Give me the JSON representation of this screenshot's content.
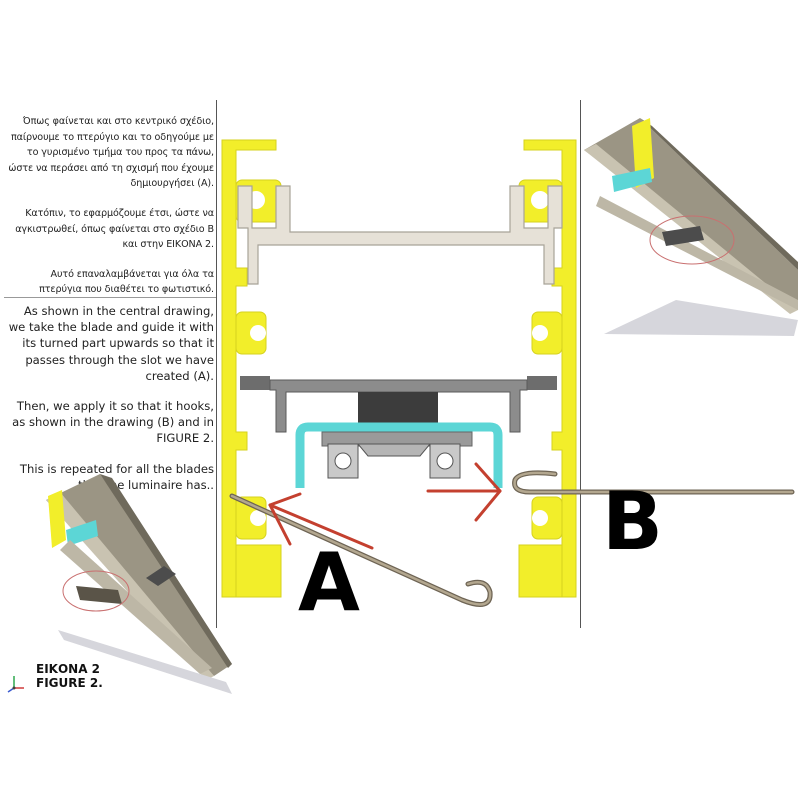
{
  "instructions_greek": {
    "para1": "Όπως φαίνεται και στο κεντρικό σχέδιο, παίρνουμε το πτερύγιο και το οδηγούμε με το γυρισμένο τμήμα του προς τα πάνω, ώστε να περάσει από τη σχισμή που έχουμε δημιουργήσει (Α).",
    "para2": "Κατόπιν, το εφαρμόζουμε έτσι, ώστε να αγκιστρωθεί, όπως φαίνεται στο σχέδιο Β και στην ΕΙΚΟΝΑ 2.",
    "para3": "Αυτό επαναλαμβάνεται για όλα τα πτερύγια που διαθέτει το φωτιστικό."
  },
  "instructions_english": {
    "para1": "As shown in the central drawing, we take the blade and guide it with its turned part upwards so that it passes through the slot we have created (A).",
    "para2": "Then, we apply it so that it hooks, as shown in the drawing (B) and in FIGURE 2.",
    "para3": "This is repeated for all the blades that the luminaire has.."
  },
  "labels": {
    "a": "A",
    "b": "B"
  },
  "figure_caption": {
    "greek": "ΕΙΚΟΝΑ 2",
    "english": "FIGURE 2."
  },
  "colors": {
    "profile_yellow": "#f2ee2a",
    "frame_gray": "#7a7a7a",
    "liner_beige": "#e6e1d7",
    "holder_cyan": "#5cd6d6",
    "blade": "#8a7e6c",
    "arrow_red": "#c4402f",
    "highlight_circle": "#c97070"
  }
}
